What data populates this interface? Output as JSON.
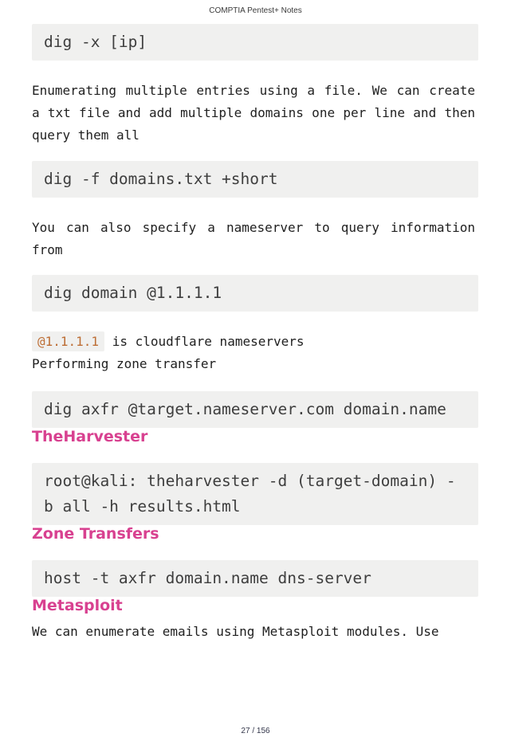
{
  "page": {
    "header_title": "COMPTIA Pentest+ Notes",
    "footer_page": "27 / 156"
  },
  "content": {
    "code_dig_reverse": "dig -x [ip]",
    "para_enumerate_file": "Enumerating multiple entries using a file. We can create a txt file and add multiple domains one per line and then query them all",
    "code_dig_file": "dig -f domains.txt +short",
    "para_nameserver": "You can also specify a nameserver to query information from",
    "code_dig_nameserver": "dig domain @1.1.1.1",
    "inline_code_cloudflare": "@1.1.1.1",
    "inline_code_suffix": " is cloudflare nameservers",
    "para_zone_transfer": "Performing zone transfer",
    "code_dig_axfr": "dig axfr @target.nameserver.com domain.name",
    "heading_theharvester": "TheHarvester",
    "code_theharvester": "root@kali: theharvester -d (target-domain) -b all -h results.html",
    "heading_zone_transfers": "Zone Transfers",
    "code_host_axfr": "host -t axfr domain.name dns-server",
    "heading_metasploit": "Metasploit",
    "para_metasploit": "We can enumerate emails using Metasploit modules. Use"
  },
  "colors": {
    "heading_accent": "#d84190",
    "inline_code_text": "#bd6e35",
    "code_background": "#f0f0ef",
    "code_text": "#3e3e3e",
    "body_text": "#1f1f1f"
  }
}
